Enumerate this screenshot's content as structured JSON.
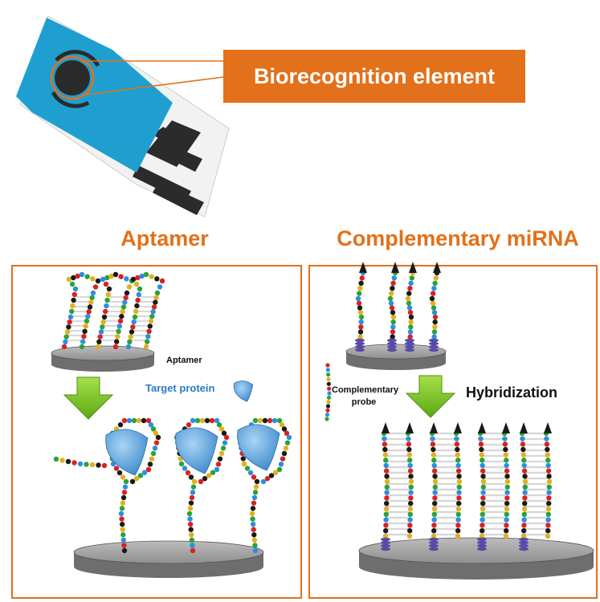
{
  "callout": {
    "text": "Biorecognition element"
  },
  "sections": {
    "aptamer_title": "Aptamer",
    "mirna_title": "Complementary miRNA"
  },
  "labels": {
    "aptamer": "Aptamer",
    "target_protein": "Target protein",
    "complementary_probe": "Complementary probe",
    "hybridization": "Hybridization"
  },
  "colors": {
    "accent": "#e3701a",
    "sensor_blue": "#1e9fd0",
    "arrow_green": "#7cc11f",
    "protein_blue": "#5aa6de",
    "bead_palette": [
      "#d82222",
      "#2b8fe0",
      "#2aa23a",
      "#e0b020",
      "#1a1a1a"
    ]
  }
}
